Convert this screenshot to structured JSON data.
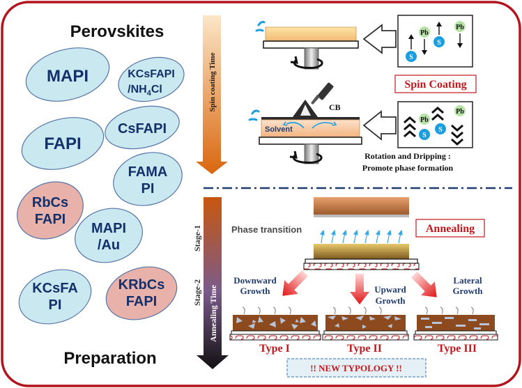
{
  "titles": {
    "top": "Perovskites",
    "bottom": "Preparation"
  },
  "materials": [
    {
      "line1": "MAPI",
      "line2": ""
    },
    {
      "line1": "KCsFAPI",
      "line2": "/NH",
      "sub": "4",
      "tail": "Cl"
    },
    {
      "line1": "FAPI",
      "line2": ""
    },
    {
      "line1": "CsFAPI",
      "line2": ""
    },
    {
      "line1": "FAMA",
      "line2": "PI"
    },
    {
      "line1": "RbCs",
      "line2": "FAPI"
    },
    {
      "line1": "MAPI",
      "line2": "/Au"
    },
    {
      "line1": "KCsFA",
      "line2": "PI"
    },
    {
      "line1": "KRbCs",
      "line2": "FAPI"
    }
  ],
  "axis": {
    "spin_time": "Spin coating Time",
    "annealing_time": "Annealing Time",
    "stage1": "Stage-1",
    "stage2": "Stage-2"
  },
  "spin": {
    "label": "Spin Coating",
    "pb": "Pb",
    "s": "S",
    "cb": "CB",
    "solvent": "Solvent",
    "caption_line1": "Rotation and Dripping :",
    "caption_line2": "Promote phase formation"
  },
  "annealing": {
    "label": "Annealing",
    "phase_transition": "Phase transition"
  },
  "growth": {
    "downward_1": "Downward",
    "downward_2": "Growth",
    "upward_1": "Upward",
    "upward_2": "Growth",
    "lateral_1": "Lateral",
    "lateral_2": "Growth",
    "type1": "Type I",
    "type2": "Type II",
    "type3": "Type III",
    "typology": "!! NEW TYPOLOGY !!"
  },
  "colors": {
    "frame": "#b3131b",
    "ellipse_blue": "#c9e8ef",
    "ellipse_pink": "#e8b1aa",
    "text_navy": "#13306b",
    "label_red": "#c0181c"
  }
}
